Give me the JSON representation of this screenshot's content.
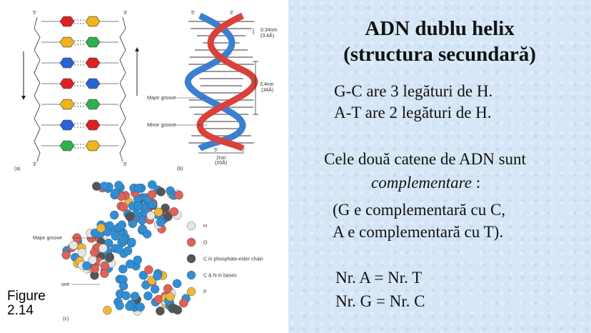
{
  "figure": {
    "label_line1": "Figure",
    "label_line2": "2.14",
    "panel_a": {
      "label": "(a)",
      "top_left": "5'",
      "top_right": "3'",
      "bottom_left": "3'",
      "bottom_right": "5'"
    },
    "panel_b": {
      "label": "(b)",
      "top_left": "5'",
      "top_right": "3'",
      "bottom_left": "5'",
      "bottom_right": "3'",
      "rise_label": "0.34nm",
      "rise_angstrom": "(3.4Å)",
      "pitch_label": "3.4nm",
      "pitch_angstrom": "(34Å)",
      "width_label": "2nm",
      "width_angstrom": "(20Å)",
      "major_groove": "Major groove",
      "minor_groove": "Minor groove"
    },
    "panel_c": {
      "label": "(c)",
      "major_groove": "Major groove",
      "minor_groove_fragment": "ove",
      "legend": [
        {
          "label": "H",
          "color": "#e6e6e6"
        },
        {
          "label": "O",
          "color": "#e0615a"
        },
        {
          "label": "C in phosphate-ester chain",
          "color": "#555555"
        },
        {
          "label": "C & N in bases",
          "color": "#2f8fd6"
        },
        {
          "label": "P",
          "color": "#f0b63a"
        }
      ]
    }
  },
  "slide": {
    "title_line1": "ADN dublu helix",
    "title_line2": "(structura secundară)",
    "gc_bonds": "G-C are 3 legături de H.",
    "at_bonds": "A-T are 2 legături de H.",
    "complement_line1": "Cele două catene de ADN sunt",
    "complement_line2": "complementare",
    "complement_line2_suffix": " :",
    "complement_line3": "(G e complementară cu C,",
    "complement_line4": "A e complementară cu T).",
    "eq1": "Nr. A = Nr. T",
    "eq2": "Nr. G = Nr. C"
  },
  "colors": {
    "background": "#d6e6f6",
    "guanine": "#2bb24c",
    "cytosine": "#2a63d6",
    "adenine": "#e02020",
    "thymine": "#f2b31b",
    "strand_blue": "#3b7fd0",
    "strand_red": "#d9413a"
  }
}
